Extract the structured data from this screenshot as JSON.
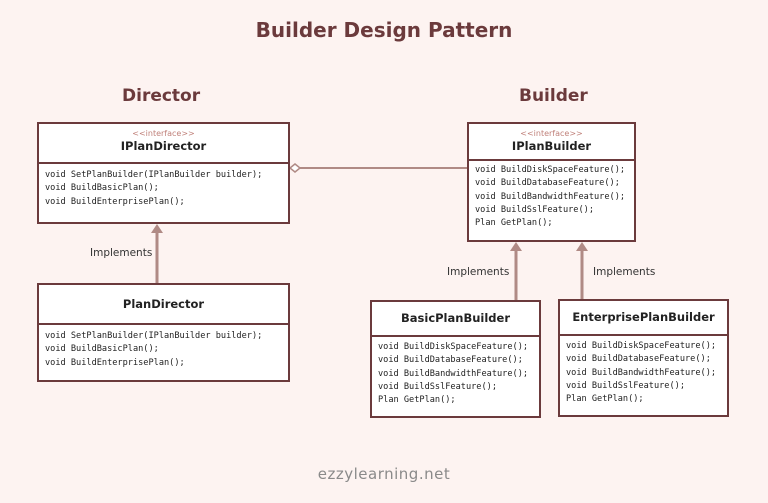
{
  "title": "Builder Design Pattern",
  "sections": {
    "director": "Director",
    "builder": "Builder"
  },
  "stereotype": "<<interface>>",
  "implements_label": "Implements",
  "footer": "ezzylearning.net",
  "colors": {
    "accent": "#6b3a3c",
    "connector": "#b08a85",
    "background": "#fdf3f1"
  },
  "classes": {
    "iplan_director": {
      "name": "IPlanDirector",
      "methods": [
        "void SetPlanBuilder(IPlanBuilder builder);",
        "void BuildBasicPlan();",
        "void BuildEnterprisePlan();"
      ]
    },
    "plan_director": {
      "name": "PlanDirector",
      "methods": [
        "void SetPlanBuilder(IPlanBuilder builder);",
        "void BuildBasicPlan();",
        "void BuildEnterprisePlan();"
      ]
    },
    "iplan_builder": {
      "name": "IPlanBuilder",
      "methods": [
        "void BuildDiskSpaceFeature();",
        "void BuildDatabaseFeature();",
        "void BuildBandwidthFeature();",
        "void BuildSslFeature();",
        "Plan GetPlan();"
      ]
    },
    "basic_plan_builder": {
      "name": "BasicPlanBuilder",
      "methods": [
        "void BuildDiskSpaceFeature();",
        "void BuildDatabaseFeature();",
        "void BuildBandwidthFeature();",
        "void BuildSslFeature();",
        "Plan GetPlan();"
      ]
    },
    "enterprise_plan_builder": {
      "name": "EnterprisePlanBuilder",
      "methods": [
        "void BuildDiskSpaceFeature();",
        "void BuildDatabaseFeature();",
        "void BuildBandwidthFeature();",
        "void BuildSslFeature();",
        "Plan GetPlan();"
      ]
    }
  }
}
